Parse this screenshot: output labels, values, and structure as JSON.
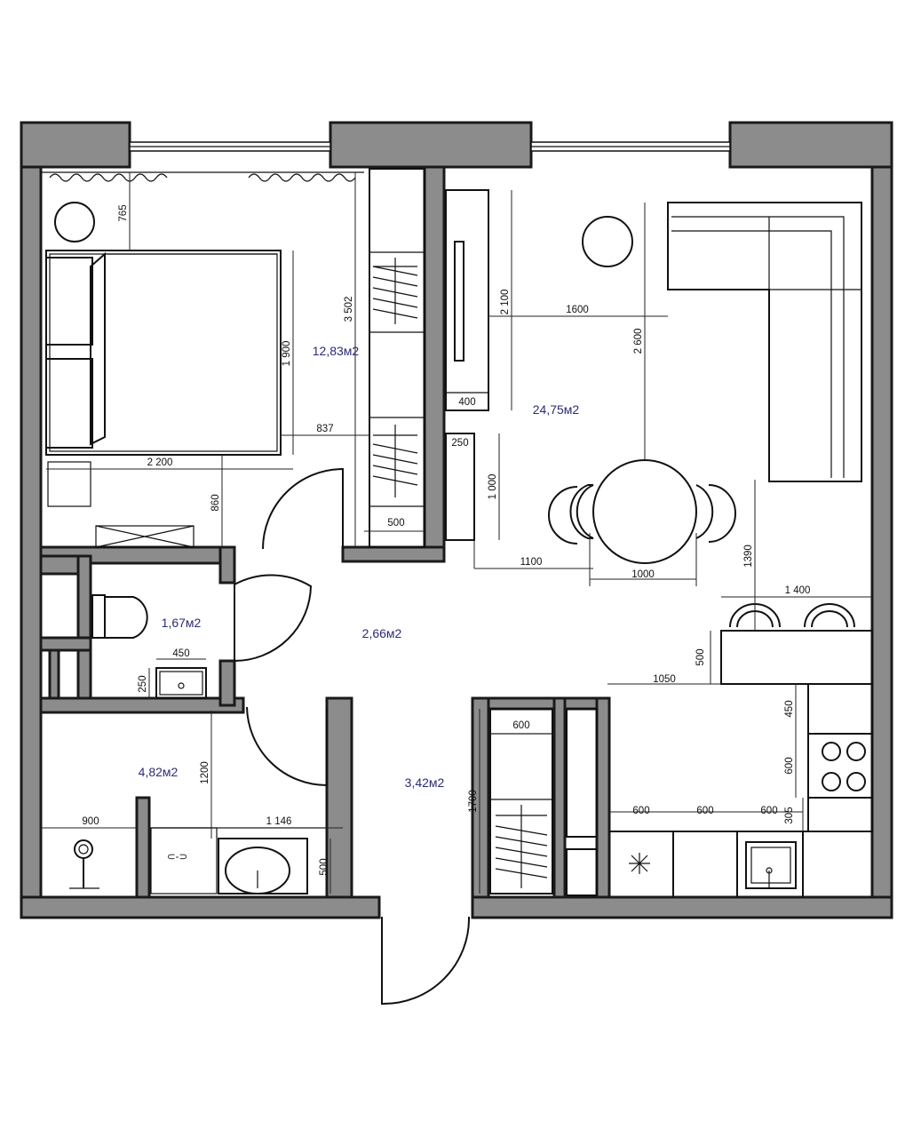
{
  "areas": {
    "bedroom": "12,83м2",
    "living": "24,75м2",
    "wc": "1,67м2",
    "corridor": "2,66м2",
    "bathroom": "4,82м2",
    "hall": "3,42м2"
  },
  "dims": {
    "d765": "765",
    "d3502": "3 502",
    "d1900": "1 900",
    "d837": "837",
    "d2200": "2 200",
    "d860": "860",
    "d500a": "500",
    "d2100": "2 100",
    "d1600": "1600",
    "d2600": "2 600",
    "d400": "400",
    "d250a": "250",
    "d1000v": "1 000",
    "d1100": "1100",
    "d1000h": "1000",
    "d1390": "1390",
    "d1400": "1 400",
    "d500b": "500",
    "d1050": "1050",
    "d450a": "450",
    "d250b": "250",
    "d1200": "1200",
    "d900": "900",
    "d1146": "1 146",
    "d500c": "500",
    "d1700": "1700",
    "d600a": "600",
    "d450b": "450",
    "d600b": "600",
    "d600c": "600",
    "d600d": "600",
    "d600e": "600",
    "d305": "305"
  }
}
